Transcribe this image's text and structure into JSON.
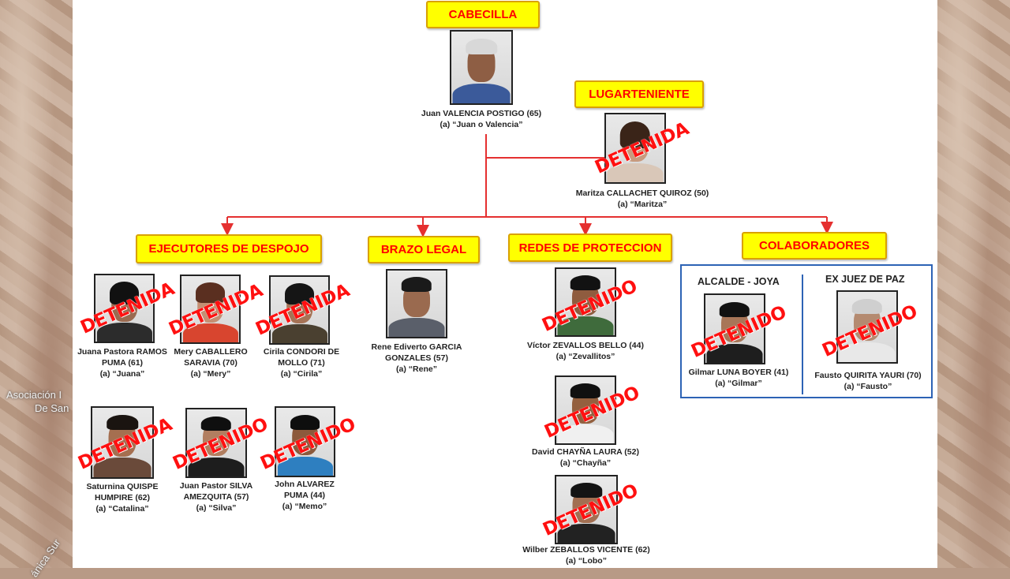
{
  "background_map": {
    "label_1": "Asociación I",
    "label_2": "De San",
    "label_3": "ánica Sur"
  },
  "levels": {
    "cabecilla": "CABECILLA",
    "lugarteniente": "LUGARTENIENTE",
    "ejecutores": "EJECUTORES DE DESPOJO",
    "brazo_legal": "BRAZO LEGAL",
    "redes": "REDES DE PROTECCION",
    "colaboradores": "COLABORADORES"
  },
  "collab_sub": {
    "alcalde": "ALCALDE - JOYA",
    "juez": "EX JUEZ DE PAZ"
  },
  "people": {
    "juan_valencia": {
      "line1": "Juan VALENCIA POSTIGO (65)",
      "line2": "(a) “Juan o Valencia”",
      "stamp": ""
    },
    "maritza": {
      "line1": "Maritza CALLACHET QUIROZ (50)",
      "line2": "(a)  “Maritza”",
      "stamp": "DETENIDA"
    },
    "juana": {
      "line1": "Juana Pastora RAMOS",
      "line2": "PUMA (61)",
      "line3": "(a)  “Juana”",
      "stamp": "DETENIDA"
    },
    "mery": {
      "line1": "Mery  CABALLERO",
      "line2": "SARAVIA (70)",
      "line3": "(a)  “Mery”",
      "stamp": "DETENIDA"
    },
    "cirila": {
      "line1": "Cirila CONDORI DE",
      "line2": "MOLLO (71)",
      "line3": "(a)  “Cirila”",
      "stamp": "DETENIDA"
    },
    "saturnina": {
      "line1": "Saturnina QUISPE",
      "line2": "HUMPIRE (62)",
      "line3": "(a)  “Catalina”",
      "stamp": "DETENIDA"
    },
    "juan_silva": {
      "line1": "Juan Pastor SILVA",
      "line2": "AMEZQUITA (57)",
      "line3": "(a)  “Silva”",
      "stamp": "DETENIDO"
    },
    "john": {
      "line1": "John ALVAREZ",
      "line2": "PUMA (44)",
      "line3": "(a)  “Memo”",
      "stamp": "DETENIDO"
    },
    "rene": {
      "line1": "Rene Ediverto GARCIA",
      "line2": "GONZALES (57)",
      "line3": "(a)  “Rene”",
      "stamp": ""
    },
    "victor": {
      "line1": "Víctor ZEVALLOS BELLO (44)",
      "line2": "(a)  “Zevallitos”",
      "stamp": "DETENIDO"
    },
    "david": {
      "line1": "David CHAYÑA LAURA (52)",
      "line2": "(a)  “Chayña”",
      "stamp": "DETENIDO"
    },
    "wilber": {
      "line1": "Wilber  ZEBALLOS VICENTE (62)",
      "line2": "(a)  “Lobo”",
      "stamp": "DETENIDO"
    },
    "gilmar": {
      "line1": "Gilmar LUNA BOYER (41)",
      "line2": "(a)  “Gilmar”",
      "stamp": "DETENIDO"
    },
    "fausto": {
      "line1": "Fausto  QUIRITA YAURI (70)",
      "line2": "(a)  “Fausto”",
      "stamp": "DETENIDO"
    }
  },
  "colors": {
    "label_fill": "#ffff00",
    "label_text": "#ff0000",
    "connector": "#e53030",
    "stamp": "#ff1010",
    "collab_border": "#2d63b5"
  }
}
